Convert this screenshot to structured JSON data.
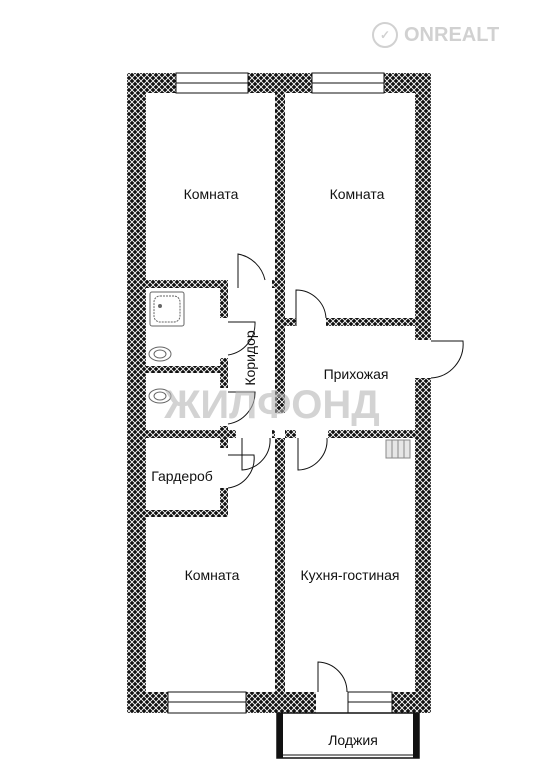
{
  "logo": {
    "text": "ONREALT"
  },
  "watermark": {
    "text": "ЖИЛФОНД"
  },
  "rooms": {
    "room_top_left": "Комната",
    "room_top_right": "Комната",
    "corridor": "Коридор",
    "hallway": "Прихожая",
    "wardrobe": "Гардероб",
    "room_bottom_left": "Комната",
    "kitchen_living": "Кухня-гостиная",
    "loggia": "Лоджия"
  },
  "colors": {
    "wall": "#111111",
    "wall_hatch": "#ffffff",
    "window": "#ffffff",
    "watermark": "#b5b5b5"
  }
}
